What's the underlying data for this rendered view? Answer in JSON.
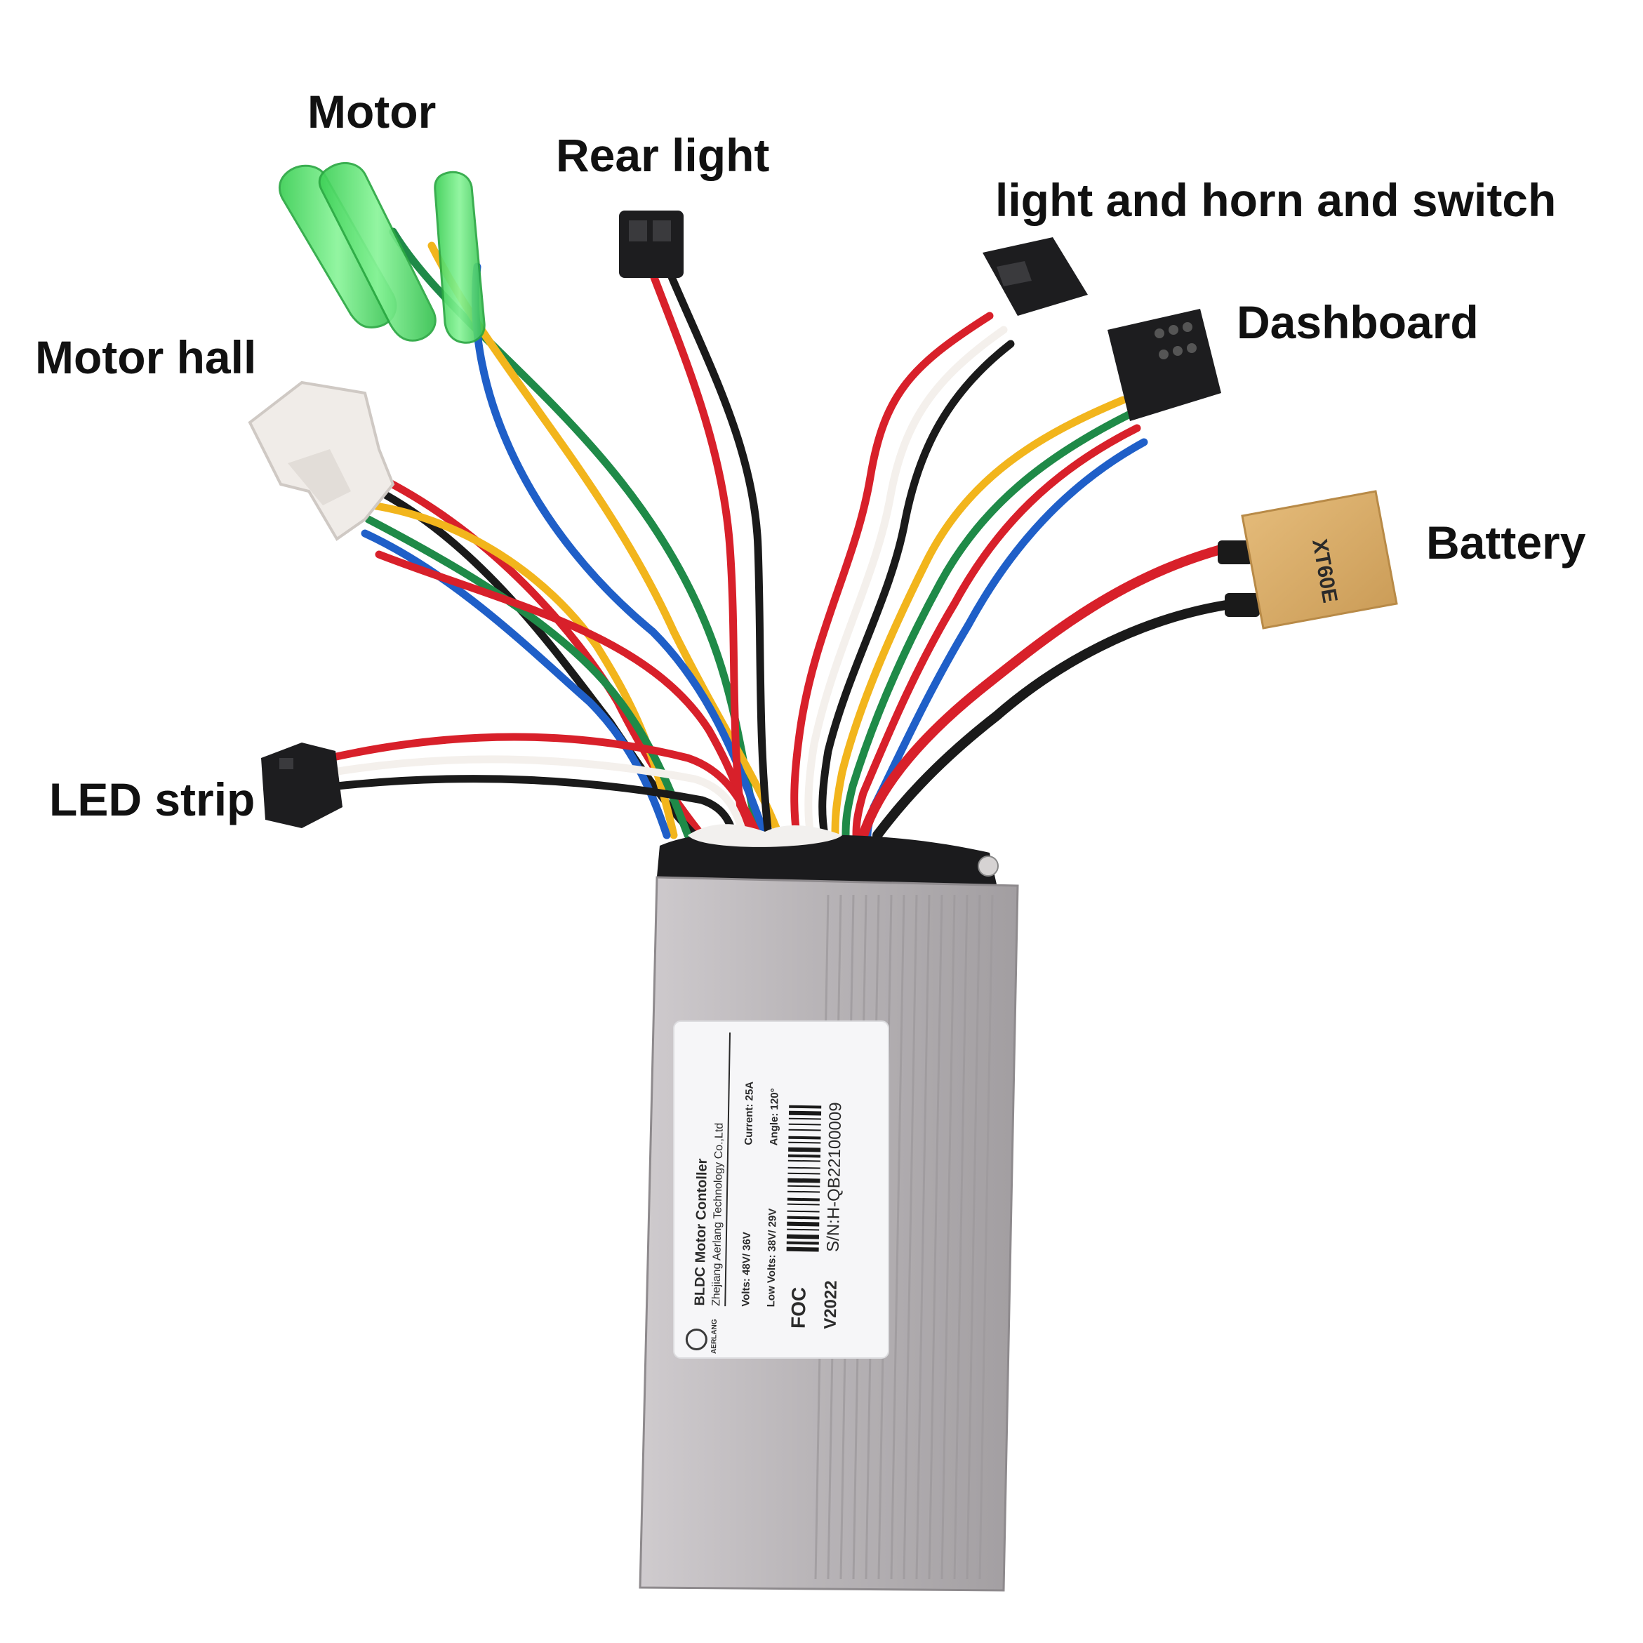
{
  "callouts": {
    "motor": "Motor",
    "rear_light": "Rear light",
    "light_horn_switch": "light and horn and switch",
    "dashboard": "Dashboard",
    "motor_hall": "Motor hall",
    "battery": "Battery",
    "led_strip": "LED strip"
  },
  "controller_label": {
    "logo_text": "AERLANG",
    "title": "BLDC Motor Contoller",
    "company": "Zhejiang Aerlang Technology Co.,Ltd",
    "volts": "Volts: 48V/ 36V",
    "current": "Current: 25A",
    "low_volts": "Low Volts: 38V/ 29V",
    "angle": "Angle: 120°",
    "mode": "FOC",
    "serial": "S/N:H-QB22100009",
    "version": "V2022"
  },
  "battery_connector_mark": "XT60E",
  "colors": {
    "housing": "#b7b3b6",
    "housing_dark": "#8e8a8d",
    "wire_red": "#d8202a",
    "wire_black": "#1a1a1a",
    "wire_yellow": "#f2b51c",
    "wire_green": "#1f8a48",
    "wire_blue": "#1f5fc8",
    "wire_white": "#f4f0ec",
    "motor_sleeve": "#5fe070",
    "battery_plug": "#d9ad6a",
    "hall_plug": "#f0ece8",
    "jst_plug": "#1d1d1f"
  }
}
